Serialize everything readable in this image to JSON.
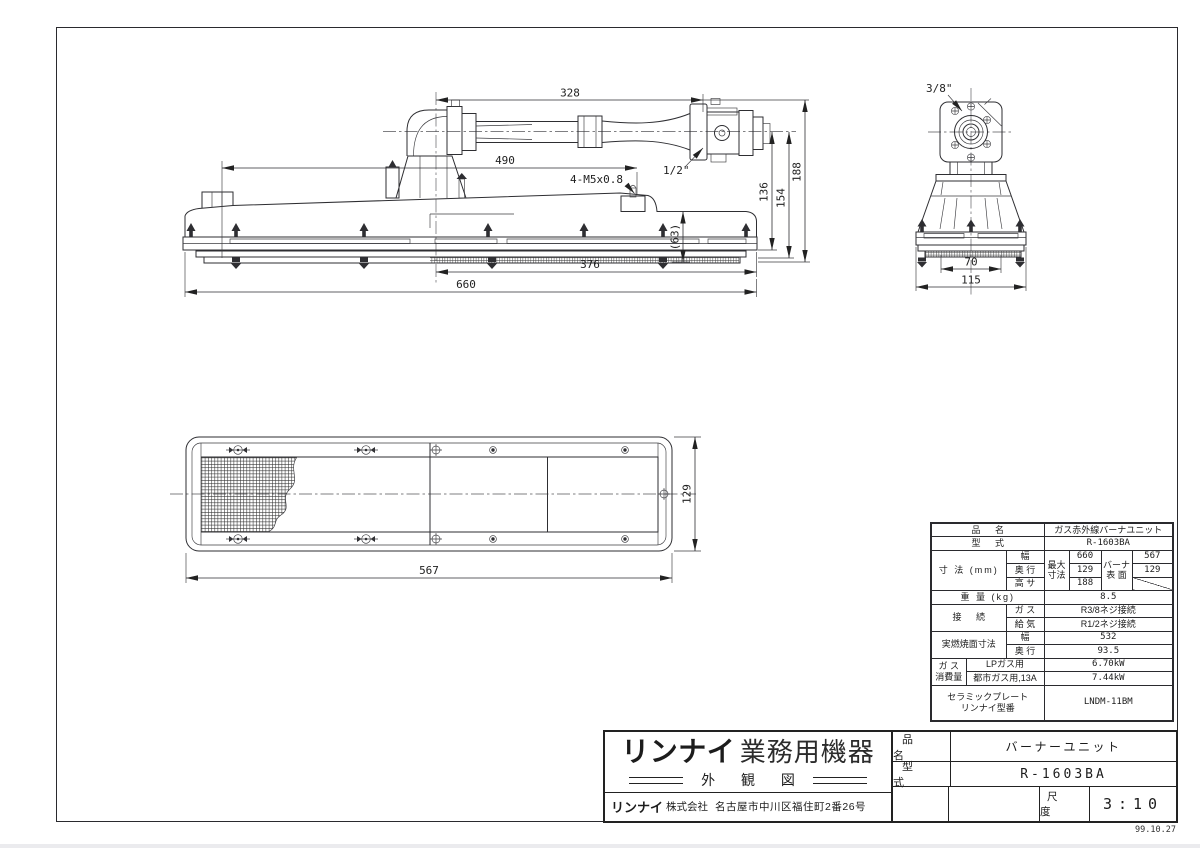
{
  "sheet": {
    "date": "99.10.27"
  },
  "views": {
    "side": {
      "dim_328": "328",
      "dim_490": "490",
      "dim_tap": "4-M5x0.8",
      "dim_half_inch": "1/2\"",
      "dim_136": "136",
      "dim_154": "154",
      "dim_188": "188",
      "dim_63": "(63)",
      "dim_376": "376",
      "dim_660": "660"
    },
    "end": {
      "dim_three_eighth_inch": "3/8\"",
      "dim_70": "70",
      "dim_115": "115"
    },
    "face": {
      "dim_567": "567",
      "dim_129": "129"
    }
  },
  "spec_table": {
    "product_label": "品 名",
    "product_value": "ガス赤外線バーナユニット",
    "model_label": "型 式",
    "model_value": "R-1603BA",
    "dims_label": "寸 法 (mm)",
    "width_label": "幅",
    "depth_label": "奥 行",
    "height_label": "高 サ",
    "max_label_1": "最大",
    "max_label_2": "寸法",
    "max_width": "660",
    "max_depth": "129",
    "max_height": "188",
    "burner_label_1": "バーナ",
    "burner_label_2": "表 面",
    "burner_width": "567",
    "burner_depth": "129",
    "weight_label": "重 量 (kg)",
    "weight_value": "8.5",
    "connection_label": "接 続",
    "gas_label": "ガ ス",
    "gas_value": "R3/8ネジ接続",
    "air_label": "給 気",
    "air_value": "R1/2ネジ接続",
    "burning_label": "実燃焼面寸法",
    "burning_width_label": "幅",
    "burning_width": "532",
    "burning_depth_label": "奥 行",
    "burning_depth": "93.5",
    "consumption_label_1": "ガ ス",
    "consumption_label_2": "消費量",
    "lp_label": "LPガス用",
    "lp_value": "6.70kW",
    "city_label": "都市ガス用,13A",
    "city_value": "7.44kW",
    "ceramic_label_1": "セラミックプレート",
    "ceramic_label_2": "リンナイ型番",
    "ceramic_value": "LNDM-11BM"
  },
  "title_block": {
    "brand": "リンナイ",
    "brand_category": "業務用機器",
    "drawing_title": "外 観 図",
    "company_brand": "リンナイ",
    "company_suffix": "株式会社",
    "company_address": "名古屋市中川区福住町2番26号",
    "product_label": "品 名",
    "product_value": "バーナーユニット",
    "model_label": "型 式",
    "model_value": "R-1603BA",
    "scale_label": "尺 度",
    "scale_value": "3:10"
  }
}
